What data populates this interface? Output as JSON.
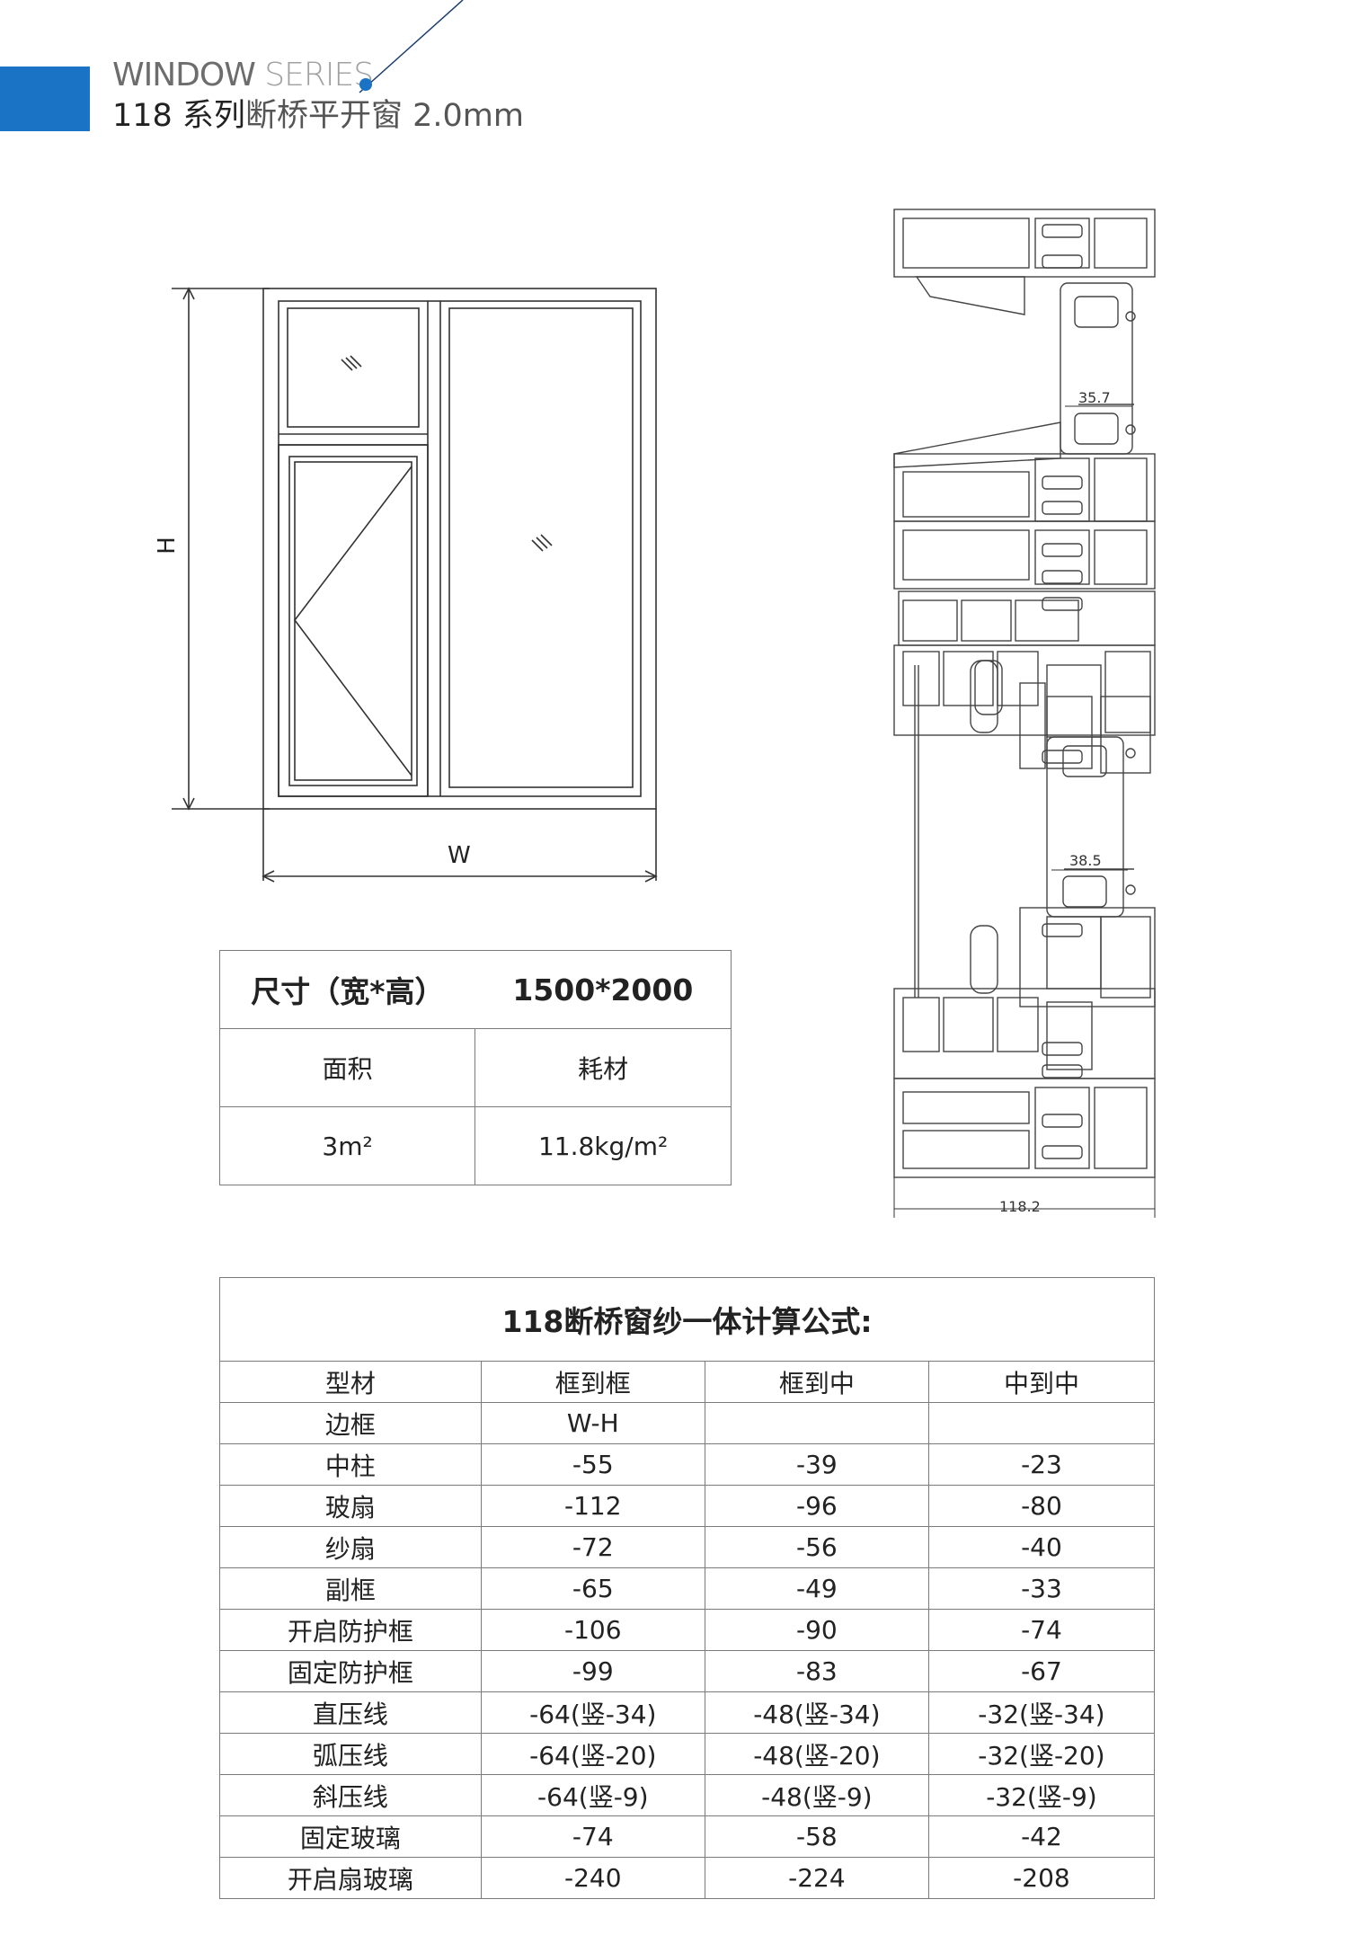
{
  "header": {
    "series_word1": "WINDOW",
    "series_word2": "SERIES",
    "title_part1": "118 系列",
    "title_part2": "断桥平开窗",
    "title_part3": "2.0mm",
    "accent_color": "#1a73c4"
  },
  "elevation": {
    "label_h": "H",
    "label_w": "W"
  },
  "section": {
    "dim_upper": "35.7",
    "dim_lower": "38.5",
    "dim_total": "118.2"
  },
  "size_table": {
    "size_label": "尺寸（宽*高）",
    "size_value": "1500*2000",
    "area_label": "面积",
    "material_label": "耗材",
    "area_value": "3m²",
    "material_value": "11.8kg/m²"
  },
  "formula": {
    "caption": "118断桥窗纱一体计算公式:",
    "headers": [
      "型材",
      "框到框",
      "框到中",
      "中到中"
    ],
    "rows": [
      [
        "边框",
        "W-H",
        "",
        ""
      ],
      [
        "中柱",
        "-55",
        "-39",
        "-23"
      ],
      [
        "玻扇",
        "-112",
        "-96",
        "-80"
      ],
      [
        "纱扇",
        "-72",
        "-56",
        "-40"
      ],
      [
        "副框",
        "-65",
        "-49",
        "-33"
      ],
      [
        "开启防护框",
        "-106",
        "-90",
        "-74"
      ],
      [
        "固定防护框",
        "-99",
        "-83",
        "-67"
      ],
      [
        "直压线",
        "-64(竖-34)",
        "-48(竖-34)",
        "-32(竖-34)"
      ],
      [
        "弧压线",
        "-64(竖-20)",
        "-48(竖-20)",
        "-32(竖-20)"
      ],
      [
        "斜压线",
        "-64(竖-9)",
        "-48(竖-9)",
        "-32(竖-9)"
      ],
      [
        "固定玻璃",
        "-74",
        "-58",
        "-42"
      ],
      [
        "开启扇玻璃",
        "-240",
        "-224",
        "-208"
      ]
    ]
  }
}
